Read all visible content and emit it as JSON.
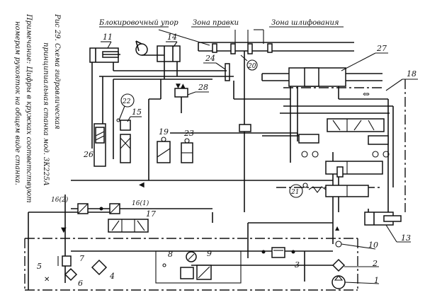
{
  "caption": {
    "figure": "Рис 29. Схема гидравлическая",
    "figure_line2": "принципиальная станка мод. 3К225А",
    "note": "Примечание: Цифры в кружках соответствуют",
    "note_line2": "номерам рукояток на общем виде станка."
  },
  "headers": {
    "blocking_stop": "Блокировочный упор",
    "dressing_zone": "Зона правки",
    "grinding_zone": "Зона шлифования"
  },
  "labels": {
    "n1": "1",
    "n2": "2",
    "n3": "3",
    "n4": "4",
    "n5": "5",
    "n6": "6",
    "n7": "7",
    "n8": "8",
    "n9": "9",
    "n10": "10",
    "n11": "11",
    "n13": "13",
    "n14": "14",
    "n15": "15",
    "n16_1": "16(1)",
    "n16_2": "16(2)",
    "n17": "17",
    "n18": "18",
    "n19": "19",
    "n23": "23",
    "n24": "24",
    "n26": "26",
    "n27": "27",
    "n28": "28"
  },
  "circled_labels": {
    "c20": "20",
    "c21": "21",
    "c22": "22"
  }
}
